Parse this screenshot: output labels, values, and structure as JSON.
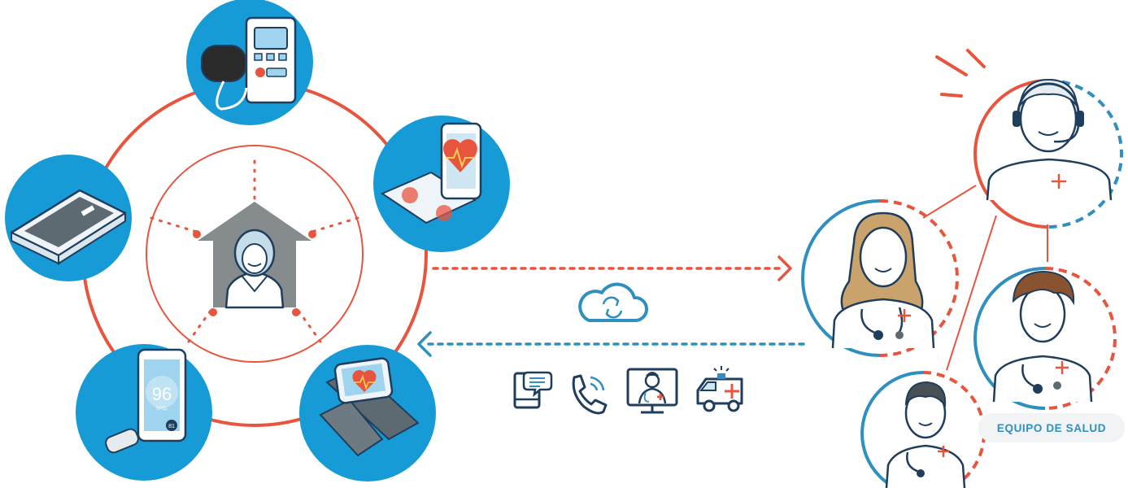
{
  "team": {
    "label": "EQUIPO DE SALUD"
  },
  "devices": {
    "oximeter": {
      "reading": "96",
      "unit": "SPO₂",
      "pulse": "81"
    }
  },
  "colors": {
    "blue": "#179bd7",
    "red": "#e8553f",
    "link_blue": "#2f8fbf",
    "navy": "#1f3d5c",
    "house_gray": "#868b8e"
  },
  "icons": [
    "scale-icon",
    "blood-pressure-monitor-icon",
    "heart-app-phone-icon",
    "smartwatch-icon",
    "pulse-oximeter-icon",
    "cloud-sync-icon",
    "message-phone-icon",
    "phone-call-icon",
    "telemedicine-monitor-icon",
    "ambulance-icon",
    "headset-operator-icon"
  ]
}
